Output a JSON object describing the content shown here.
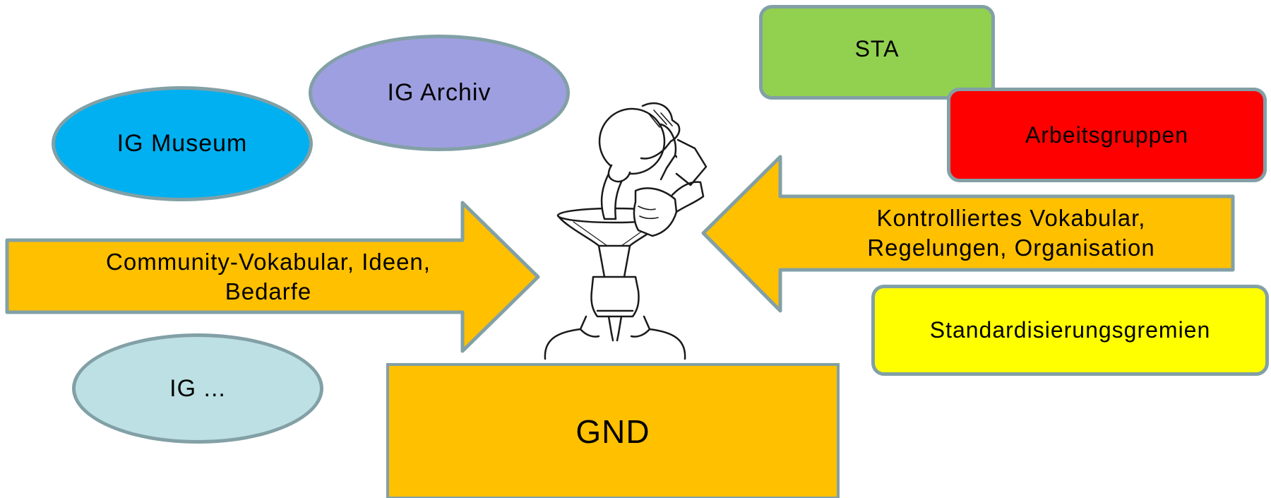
{
  "left_ellipses": {
    "museum": "IG Museum",
    "archiv": "IG Archiv",
    "more": "IG ..."
  },
  "right_boxes": {
    "sta": "STA",
    "arbeitsgruppen": "Arbeitsgruppen",
    "standardisierung": "Standardisierungsgremien"
  },
  "arrows": {
    "left_line1": "Community-Vokabular, Ideen,",
    "left_line2": "Bedarfe",
    "right_line1": "Kontrolliertes Vokabular,",
    "right_line2": "Regelungen, Organisation"
  },
  "center": {
    "label": "GND"
  },
  "colors": {
    "museum": "#00b0f0",
    "archiv": "#9e9fe0",
    "more": "#bce0e4",
    "sta": "#92d050",
    "arbeitsgruppen": "#ff0000",
    "standardisierung": "#ffff00",
    "arrow": "#ffc000",
    "gnd": "#ffc000",
    "outline": "#82a0a6"
  }
}
